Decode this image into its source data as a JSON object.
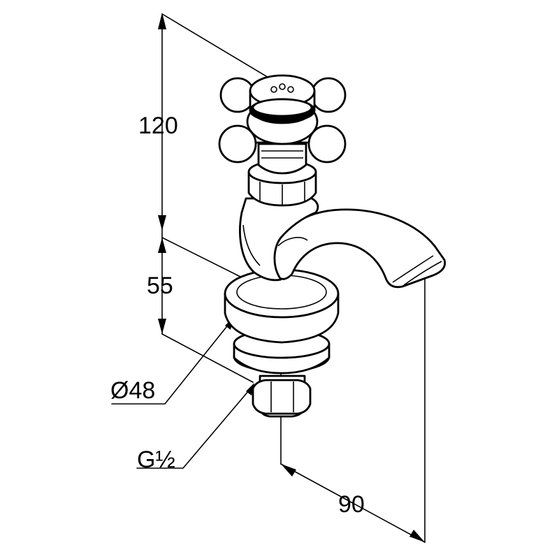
{
  "dimensions": {
    "total_height": "120",
    "spout_height": "55",
    "base_diameter": "Ø48",
    "thread": "G½",
    "spout_reach": "90"
  }
}
